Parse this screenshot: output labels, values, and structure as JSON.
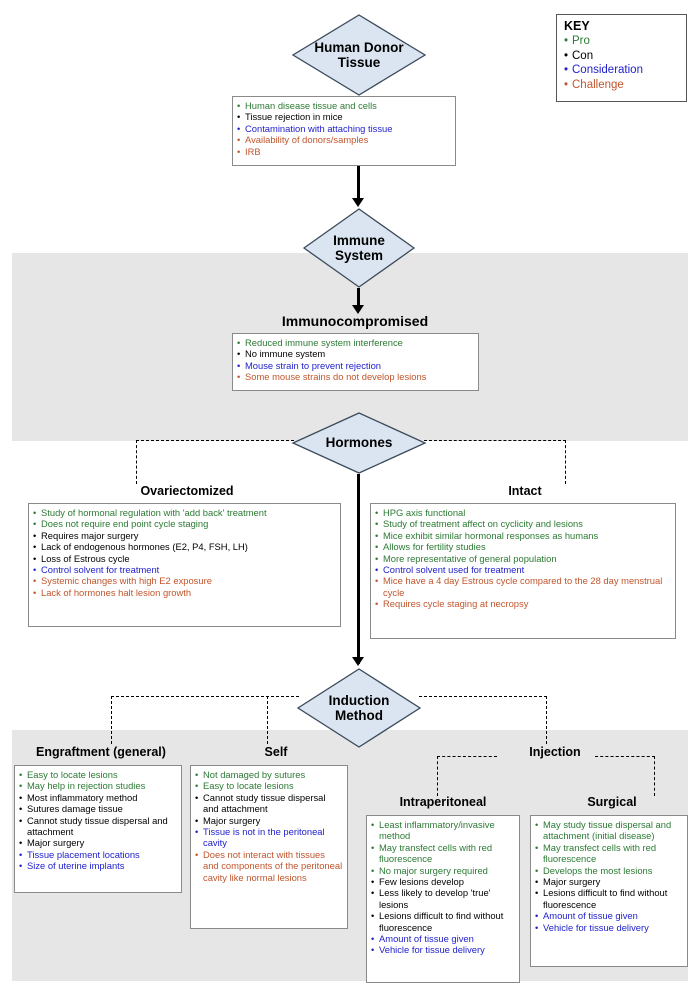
{
  "key": {
    "title": "KEY",
    "items": [
      {
        "label": "Pro",
        "color": "#2c7a34",
        "class": "pro"
      },
      {
        "label": "Con",
        "color": "#000000",
        "class": "con"
      },
      {
        "label": "Consideration",
        "color": "#2121cc",
        "class": "consideration"
      },
      {
        "label": "Challenge",
        "color": "#c1562e",
        "class": "challenge"
      }
    ]
  },
  "nodes": {
    "donor": {
      "line1": "Human Donor",
      "line2": "Tissue"
    },
    "immune": {
      "line1": "Immune",
      "line2": "System"
    },
    "hormones": {
      "line1": "Hormones",
      "line2": ""
    },
    "induction": {
      "line1": "Induction",
      "line2": "Method"
    }
  },
  "headings": {
    "immunocompromised": "Immunocompromised",
    "ovariectomized": "Ovariectomized",
    "intact": "Intact",
    "engraftment": "Engraftment (general)",
    "self": "Self",
    "injection": "Injection",
    "intraperitoneal": "Intraperitoneal",
    "surgical": "Surgical"
  },
  "boxes": {
    "donor": [
      {
        "text": "Human disease tissue and cells",
        "type": "pro"
      },
      {
        "text": "Tissue rejection in mice",
        "type": "con"
      },
      {
        "text": "Contamination with attaching tissue",
        "type": "consideration"
      },
      {
        "text": "Availability of donors/samples",
        "type": "challenge"
      },
      {
        "text": "IRB",
        "type": "challenge"
      }
    ],
    "immunocompromised": [
      {
        "text": "Reduced immune system interference",
        "type": "pro"
      },
      {
        "text": "No immune system",
        "type": "con"
      },
      {
        "text": "Mouse strain to prevent rejection",
        "type": "consideration"
      },
      {
        "text": "Some mouse strains do not develop lesions",
        "type": "challenge"
      }
    ],
    "ovariectomized": [
      {
        "text": "Study of hormonal regulation with 'add back' treatment",
        "type": "pro"
      },
      {
        "text": "Does not require end point cycle staging",
        "type": "pro"
      },
      {
        "text": "Requires major surgery",
        "type": "con"
      },
      {
        "text": "Lack of endogenous hormones (E2, P4, FSH, LH)",
        "type": "con"
      },
      {
        "text": "Loss of Estrous cycle",
        "type": "con"
      },
      {
        "text": "Control solvent for treatment",
        "type": "consideration"
      },
      {
        "text": "Systemic changes with high E2 exposure",
        "type": "challenge"
      },
      {
        "text": "Lack of hormones halt lesion growth",
        "type": "challenge"
      }
    ],
    "intact": [
      {
        "text": "HPG axis functional",
        "type": "pro"
      },
      {
        "text": "Study of treatment affect on cyclicity and lesions",
        "type": "pro"
      },
      {
        "text": "Mice exhibit similar hormonal responses as humans",
        "type": "pro"
      },
      {
        "text": "Allows for fertility studies",
        "type": "pro"
      },
      {
        "text": "More representative of general population",
        "type": "pro"
      },
      {
        "text": "Control solvent used for treatment",
        "type": "consideration"
      },
      {
        "text": "Mice have a 4 day Estrous cycle compared to the 28 day menstrual cycle",
        "type": "challenge"
      },
      {
        "text": "Requires cycle staging at necropsy",
        "type": "challenge"
      }
    ],
    "engraftment": [
      {
        "text": "Easy to locate lesions",
        "type": "pro"
      },
      {
        "text": "May help in rejection studies",
        "type": "pro"
      },
      {
        "text": "Most inflammatory method",
        "type": "con"
      },
      {
        "text": "Sutures damage tissue",
        "type": "con"
      },
      {
        "text": "Cannot study tissue dispersal and attachment",
        "type": "con"
      },
      {
        "text": "Major surgery",
        "type": "con"
      },
      {
        "text": "Tissue placement locations",
        "type": "consideration"
      },
      {
        "text": "Size of uterine implants",
        "type": "consideration"
      }
    ],
    "self": [
      {
        "text": "Not damaged by sutures",
        "type": "pro"
      },
      {
        "text": "Easy to locate lesions",
        "type": "pro"
      },
      {
        "text": "Cannot study tissue dispersal and attachment",
        "type": "con"
      },
      {
        "text": "Major surgery",
        "type": "con"
      },
      {
        "text": "Tissue is not in the peritoneal cavity",
        "type": "consideration"
      },
      {
        "text": "Does not interact with tissues and components of the peritoneal cavity like normal lesions",
        "type": "challenge"
      }
    ],
    "intraperitoneal": [
      {
        "text": "Least inflammatory/invasive method",
        "type": "pro"
      },
      {
        "text": "May transfect cells with red fluorescence",
        "type": "pro"
      },
      {
        "text": "No major surgery required",
        "type": "pro"
      },
      {
        "text": "Few lesions develop",
        "type": "con"
      },
      {
        "text": "Less likely to develop 'true' lesions",
        "type": "con"
      },
      {
        "text": "Lesions difficult to find without fluorescence",
        "type": "con"
      },
      {
        "text": "Amount of tissue given",
        "type": "consideration"
      },
      {
        "text": "Vehicle for tissue delivery",
        "type": "consideration"
      }
    ],
    "surgical": [
      {
        "text": "May study tissue dispersal and attachment (initial disease)",
        "type": "pro"
      },
      {
        "text": "May transfect cells with red fluorescence",
        "type": "pro"
      },
      {
        "text": "Develops the most lesions",
        "type": "pro"
      },
      {
        "text": "Major surgery",
        "type": "con"
      },
      {
        "text": "Lesions difficult to find without fluorescence",
        "type": "con"
      },
      {
        "text": "Amount of tissue given",
        "type": "consideration"
      },
      {
        "text": "Vehicle for tissue delivery",
        "type": "consideration"
      }
    ]
  },
  "colors": {
    "diamond_fill": "#dbe5f1",
    "diamond_stroke": "#3b4a5a",
    "band_bg": "#e6e6e6",
    "box_border": "#8a8a8a"
  }
}
